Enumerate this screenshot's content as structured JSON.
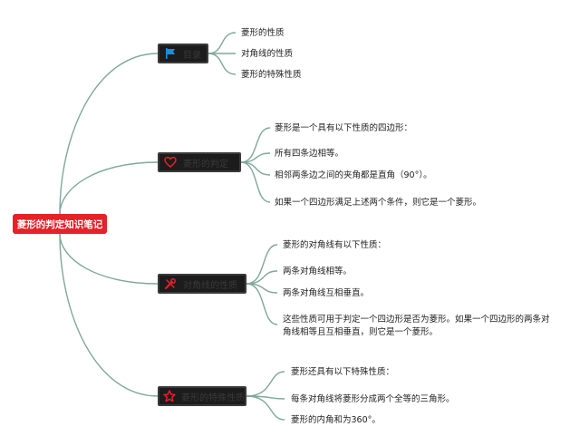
{
  "root": {
    "label": "菱形的判定知识笔记"
  },
  "branches": [
    {
      "label": "目录",
      "icon": "flag-icon",
      "items": [
        "菱形的性质",
        "对角线的性质",
        "菱形的特殊性质"
      ]
    },
    {
      "label": "菱形的判定",
      "icon": "heart-icon",
      "items": [
        "菱形是一个具有以下性质的四边形：",
        "所有四条边相等。",
        "相邻两条边之间的夹角都是直角（90°）。",
        "如果一个四边形满足上述两个条件，则它是一个菱形。"
      ]
    },
    {
      "label": "对角线的性质",
      "icon": "tools-icon",
      "items": [
        "菱形的对角线有以下性质：",
        "两条对角线相等。",
        "两条对角线互相垂直。",
        "这些性质可用于判定一个四边形是否为菱形。如果一个四边形的两条对角线相等且互相垂直，则它是一个菱形。"
      ]
    },
    {
      "label": "菱形的特殊性质",
      "icon": "star-icon",
      "items": [
        "菱形还具有以下特殊性质：",
        "每条对角线将菱形分成两个全等的三角形。",
        "菱形的内角和为360°。"
      ]
    }
  ],
  "colors": {
    "line": "#7fa89a",
    "root": "#e8202a",
    "branch": "#1c1c1c",
    "flag": "#1a8fe0",
    "accent": "#e8202a"
  }
}
